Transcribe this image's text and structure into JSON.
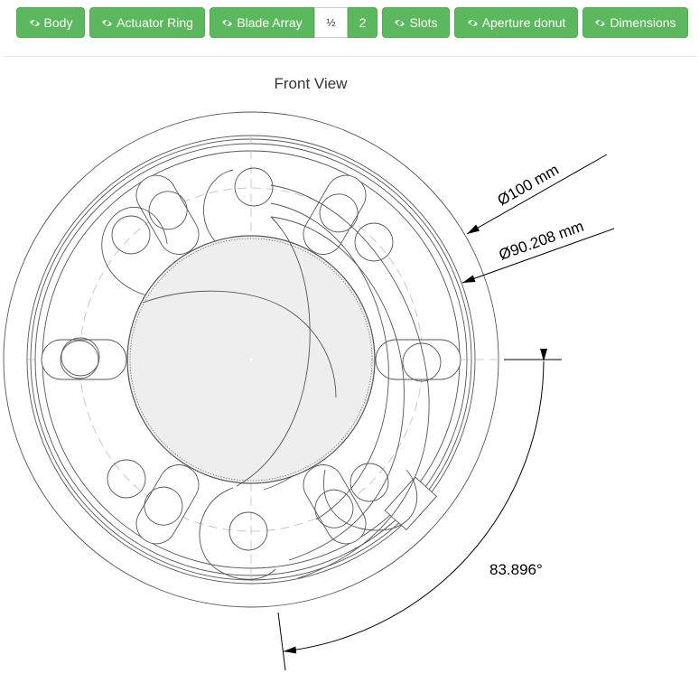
{
  "toolbar": {
    "body": "Body",
    "actuator_ring": "Actuator Ring",
    "blade_array": "Blade Array",
    "half": "½",
    "two": "2",
    "slots": "Slots",
    "aperture_donut": "Aperture donut",
    "dimensions": "Dimensions"
  },
  "view": {
    "title": "Front View"
  },
  "dimensions": {
    "outer_diameter": "Ø100 mm",
    "inner_diameter": "Ø90.208 mm",
    "angle": "83.896°"
  },
  "colors": {
    "button_green": "#5cb85c",
    "line": "#555555"
  }
}
